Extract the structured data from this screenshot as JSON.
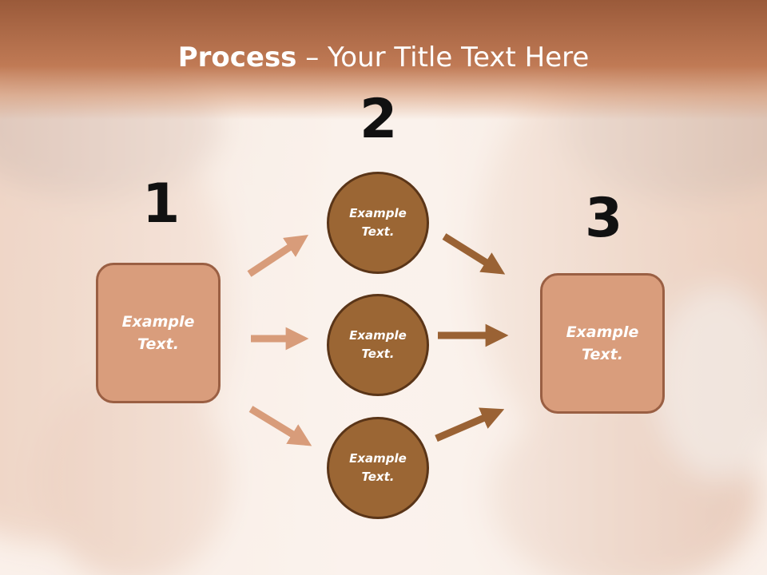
{
  "title": {
    "bold": "Process",
    "rest": " – Your Title Text Here"
  },
  "steps": [
    {
      "number": "1",
      "label": "Example Text."
    },
    {
      "number": "2",
      "labels": [
        "Example Text.",
        "Example Text.",
        "Example Text."
      ]
    },
    {
      "number": "3",
      "label": "Example Text."
    }
  ],
  "colors": {
    "header": "#c07a55",
    "box_fill": "#d99d7c",
    "circle_fill": "#9b6634",
    "arrow_light": "#d89c7a",
    "arrow_dark": "#9a6234"
  }
}
